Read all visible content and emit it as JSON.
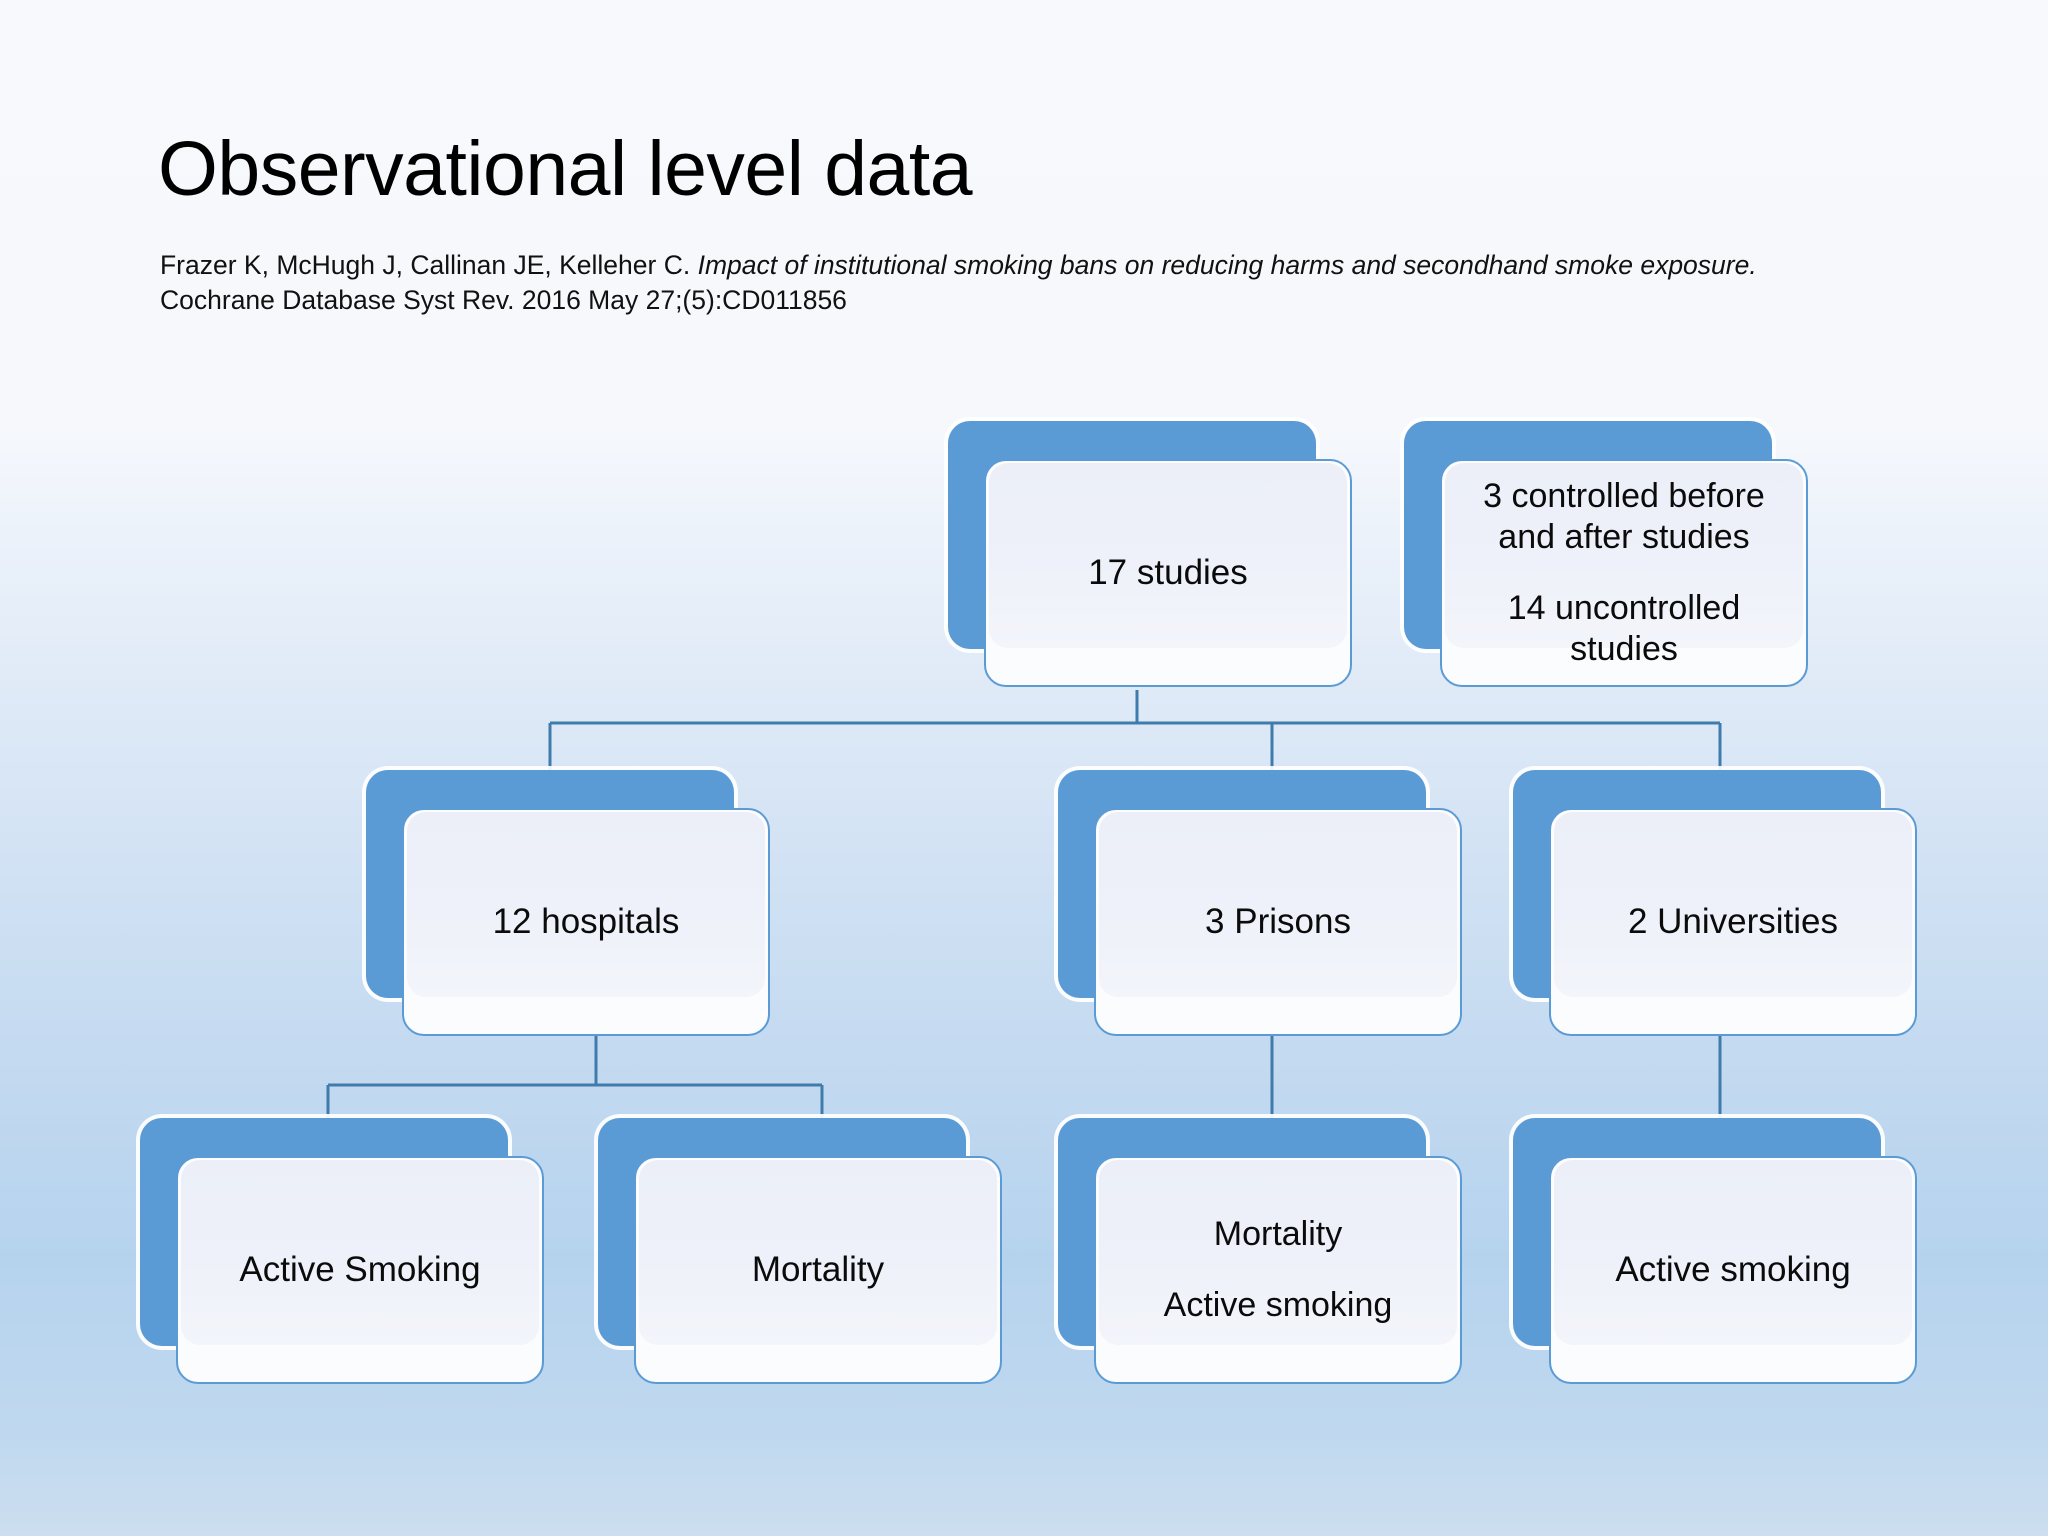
{
  "slide": {
    "title": "Observational level data",
    "citation": {
      "authors": "Frazer K, McHugh J, Callinan JE, Kelleher C.",
      "article_title": "Impact of institutional smoking bans on reducing harms and secondhand smoke exposure.",
      "journal": "Cochrane Database Syst Rev. 2016 May 27;(5):CD011856"
    }
  },
  "theme": {
    "accent_blue": "#5b9bd5",
    "connector_line": "#3f7cac",
    "card_fill": "#eef1f9",
    "text_color": "#0b0b0b",
    "bg_top": "#f7f9fc",
    "bg_bottom": "#c0d9ef"
  },
  "diagram": {
    "type": "tree",
    "nodes": {
      "root": {
        "id": "root",
        "lines": [
          "17 studies"
        ]
      },
      "aside": {
        "id": "aside",
        "lines": [
          "3 controlled before and after studies",
          "14 uncontrolled studies"
        ]
      },
      "hospitals": {
        "id": "hospitals",
        "lines": [
          "12 hospitals"
        ]
      },
      "prisons": {
        "id": "prisons",
        "lines": [
          "3 Prisons"
        ]
      },
      "universities": {
        "id": "universities",
        "lines": [
          "2 Universities"
        ]
      },
      "hosp_active_smoking": {
        "id": "hosp_active_smoking",
        "lines": [
          "Active Smoking"
        ]
      },
      "hosp_mortality": {
        "id": "hosp_mortality",
        "lines": [
          "Mortality"
        ]
      },
      "prison_outcomes": {
        "id": "prison_outcomes",
        "lines": [
          "Mortality",
          "Active smoking"
        ]
      },
      "uni_active_smoking": {
        "id": "uni_active_smoking",
        "lines": [
          "Active smoking"
        ]
      }
    },
    "edges": [
      {
        "from": "root",
        "to": "hospitals"
      },
      {
        "from": "root",
        "to": "prisons"
      },
      {
        "from": "root",
        "to": "universities"
      },
      {
        "from": "hospitals",
        "to": "hosp_active_smoking"
      },
      {
        "from": "hospitals",
        "to": "hosp_mortality"
      },
      {
        "from": "prisons",
        "to": "prison_outcomes"
      },
      {
        "from": "universities",
        "to": "uni_active_smoking"
      }
    ]
  }
}
